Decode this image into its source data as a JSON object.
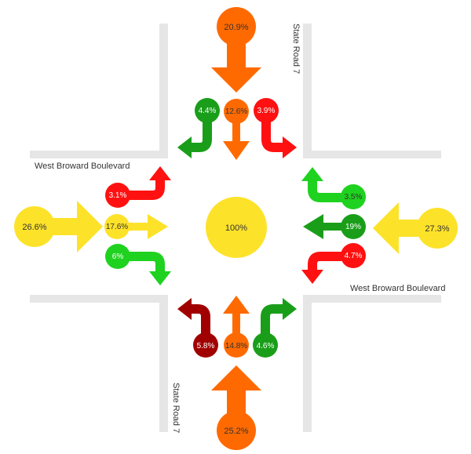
{
  "colors": {
    "road": "#e6e6e6",
    "yellow": "#fde22a",
    "orange": "#ff6a00",
    "green": "#1a9e1a",
    "light_green": "#1fd21f",
    "red": "#ff1111",
    "dark_red": "#a10000"
  },
  "roads": {
    "north": "State Road 7",
    "south": "State Road 7",
    "west": "West Broward Boulevard",
    "east": "West Broward Boulevard"
  },
  "center": {
    "value": "100%"
  },
  "approaches": {
    "north": {
      "total": "20.9%",
      "left": "4.4%",
      "through": "12.6%",
      "right": "3.9%"
    },
    "south": {
      "total": "25.2%",
      "left": "5.8%",
      "through": "14.8%",
      "right": "4.6%"
    },
    "west": {
      "total": "26.6%",
      "left": "3.1%",
      "through": "17.6%",
      "right": "6%"
    },
    "east": {
      "total": "27.3%",
      "left": "3.5%",
      "through": "19%",
      "right": "4.7%"
    }
  }
}
